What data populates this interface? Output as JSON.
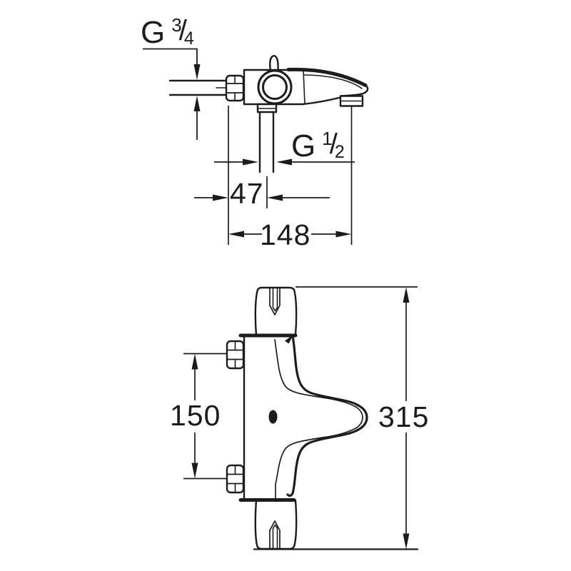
{
  "drawing": {
    "background": "#ffffff",
    "line_color": "#1c1c1c",
    "labels": {
      "inlet_thread": {
        "letter": "G",
        "numerator": "3",
        "slash": "/",
        "denominator": "4"
      },
      "outlet_thread": {
        "letter": "G",
        "numerator": "1",
        "slash": "/",
        "denominator": "2"
      },
      "dim_47": "47",
      "dim_148": "148",
      "dim_150": "150",
      "dim_315": "315"
    }
  }
}
